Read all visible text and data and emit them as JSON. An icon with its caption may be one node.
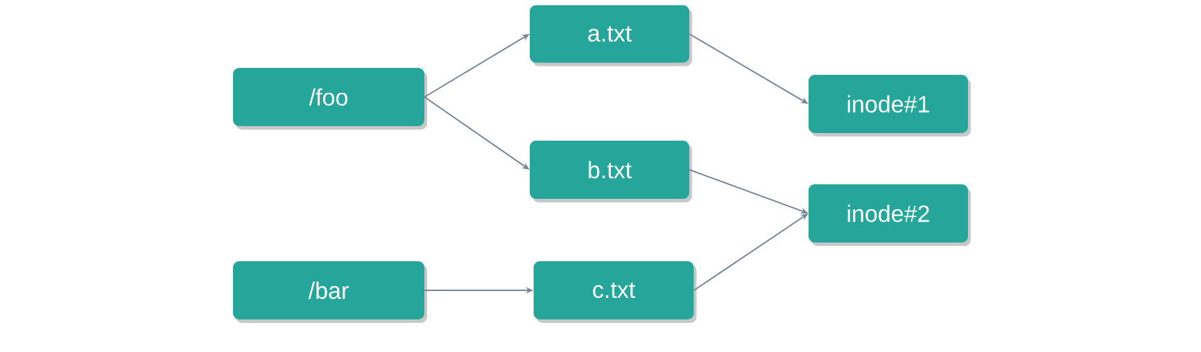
{
  "diagram": {
    "nodes": [
      {
        "text": [
          "/foo"
        ]
      },
      {
        "text": [
          "a.txt"
        ]
      },
      {
        "text": [
          "inode#1"
        ]
      },
      {
        "text": [
          "b.txt"
        ]
      },
      {
        "text": [
          "inode#2"
        ]
      },
      {
        "text": [
          "/bar"
        ]
      },
      {
        "text": [
          "c.txt"
        ]
      }
    ],
    "edges": [
      {
        "from": 0,
        "to": 1,
        "arrow": "to"
      },
      {
        "from": 0,
        "to": 3,
        "arrow": "to"
      },
      {
        "from": 1,
        "to": 2,
        "arrow": "to"
      },
      {
        "from": 3,
        "to": 4,
        "arrow": "to"
      },
      {
        "from": 6,
        "to": 4,
        "arrow": "to"
      },
      {
        "from": 5,
        "to": 6,
        "arrow": "to"
      }
    ]
  }
}
